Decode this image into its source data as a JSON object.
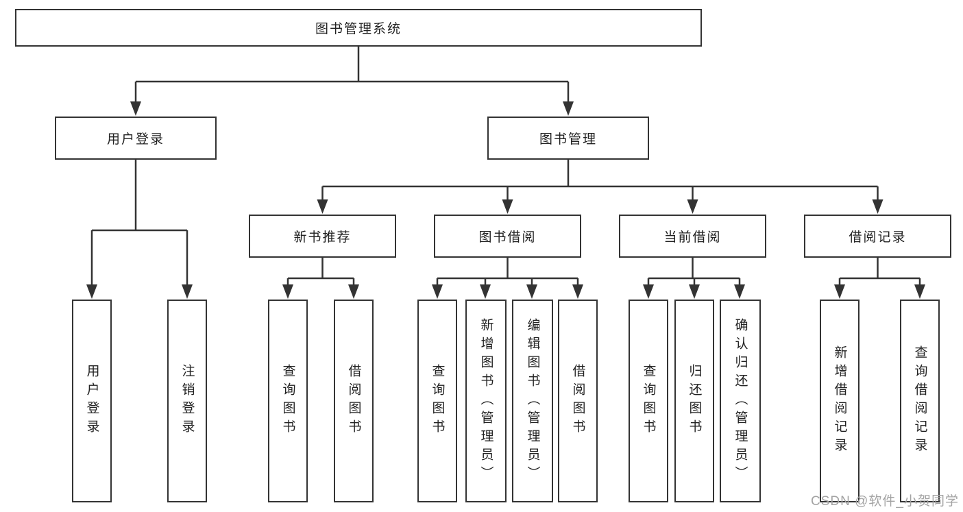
{
  "tree": {
    "root": {
      "label": "图书管理系统",
      "children": [
        {
          "label": "用户登录",
          "children": [
            {
              "label": "用户登录"
            },
            {
              "label": "注销登录"
            }
          ]
        },
        {
          "label": "图书管理",
          "children": [
            {
              "label": "新书推荐",
              "children": [
                {
                  "label": "查询图书"
                },
                {
                  "label": "借阅图书"
                }
              ]
            },
            {
              "label": "图书借阅",
              "children": [
                {
                  "label": "查询图书"
                },
                {
                  "label": "新增图书（管理员）"
                },
                {
                  "label": "编辑图书（管理员）"
                },
                {
                  "label": "借阅图书"
                }
              ]
            },
            {
              "label": "当前借阅",
              "children": [
                {
                  "label": "查询图书"
                },
                {
                  "label": "归还图书"
                },
                {
                  "label": "确认归还（管理员）"
                }
              ]
            },
            {
              "label": "借阅记录",
              "children": [
                {
                  "label": "新增借阅记录"
                },
                {
                  "label": "查询借阅记录"
                }
              ]
            }
          ]
        }
      ]
    }
  },
  "watermark": {
    "text": "CSDN @软件_小贺同学"
  },
  "colors": {
    "line": "#333333",
    "text": "#222222",
    "watermark": "#a3a3a3",
    "background": "#ffffff"
  }
}
